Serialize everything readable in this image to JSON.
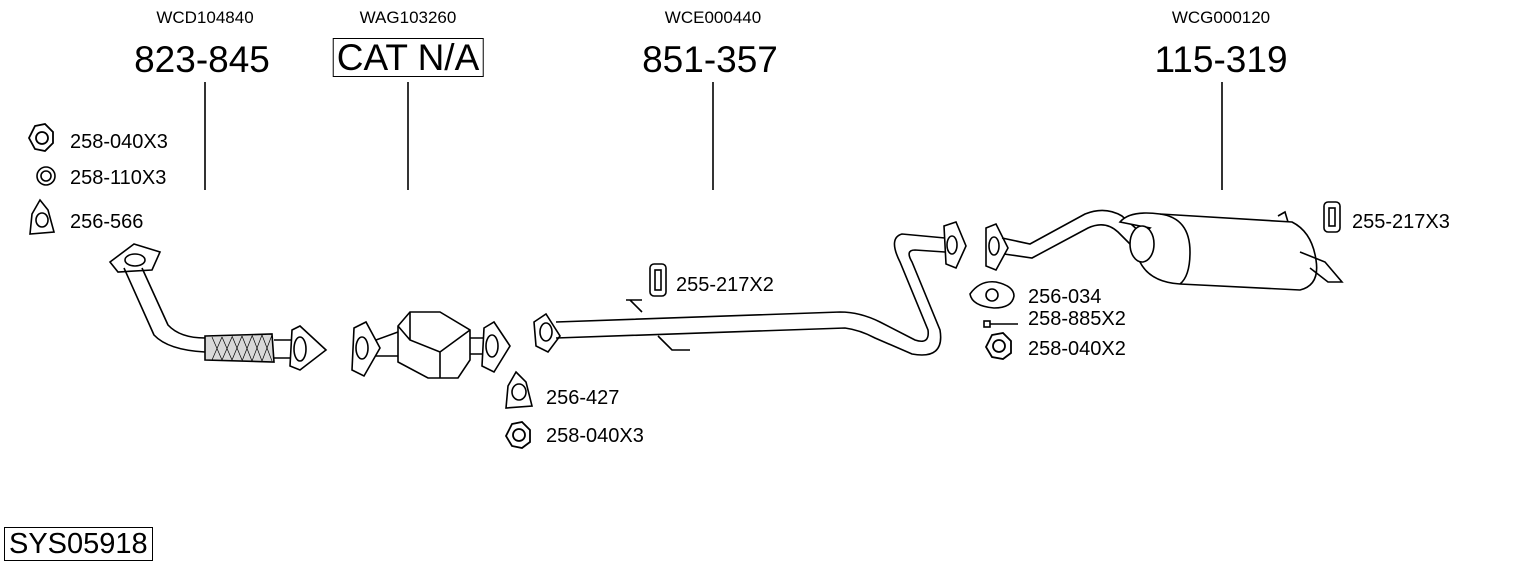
{
  "groups": [
    {
      "code": "WCD104840",
      "part": "823-845"
    },
    {
      "code": "WAG103260",
      "part": "CAT N/A"
    },
    {
      "code": "WCE000440",
      "part": "851-357"
    },
    {
      "code": "WCG000120",
      "part": "115-319"
    }
  ],
  "labels": {
    "nut1": "258-040X3",
    "ring1": "258-110X3",
    "gasket1": "256-566",
    "hanger_mid": "255-217X2",
    "gasket2": "256-427",
    "nut2": "258-040X3",
    "gasket3": "256-034",
    "bolt3": "258-885X2",
    "nut3": "258-040X2",
    "hanger_rear": "255-217X3"
  },
  "system_id": "SYS05918",
  "icons": [
    "hex-nut-icon",
    "ring-icon",
    "triangular-gasket-icon",
    "rubber-hanger-icon",
    "oval-gasket-icon",
    "bolt-icon"
  ]
}
